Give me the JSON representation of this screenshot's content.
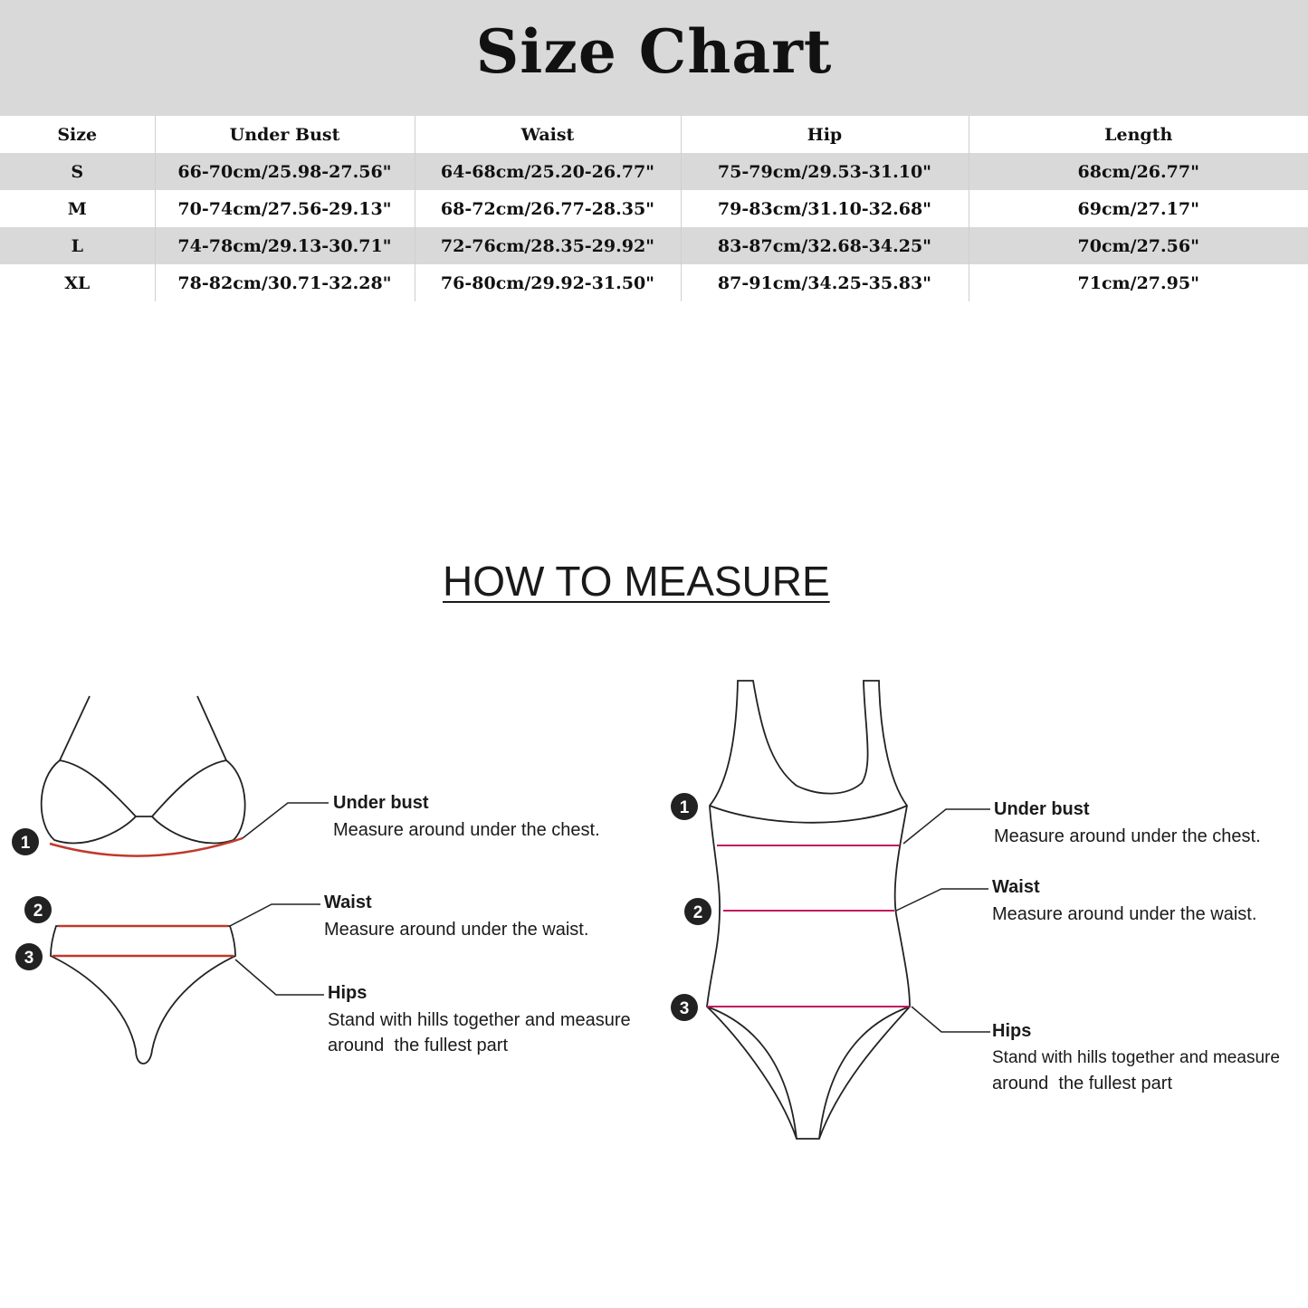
{
  "title": "Size Chart",
  "table": {
    "headers": [
      "Size",
      "Under Bust",
      "Waist",
      "Hip",
      "Length"
    ],
    "rows": [
      [
        "S",
        "66-70cm/25.98-27.56\"",
        "64-68cm/25.20-26.77\"",
        "75-79cm/29.53-31.10\"",
        "68cm/26.77\""
      ],
      [
        "M",
        "70-74cm/27.56-29.13\"",
        "68-72cm/26.77-28.35\"",
        "79-83cm/31.10-32.68\"",
        "69cm/27.17\""
      ],
      [
        "L",
        "74-78cm/29.13-30.71\"",
        "72-76cm/28.35-29.92\"",
        "83-87cm/32.68-34.25\"",
        "70cm/27.56\""
      ],
      [
        "XL",
        "78-82cm/30.71-32.28\"",
        "76-80cm/29.92-31.50\"",
        "87-91cm/34.25-35.83\"",
        "71cm/27.95\""
      ]
    ]
  },
  "how_to_measure": {
    "title": "HOW TO MEASURE",
    "bikini": {
      "under_bust": {
        "number": "1",
        "label": "Under bust",
        "desc": "Measure around under the chest."
      },
      "waist": {
        "number": "2",
        "label": "Waist",
        "desc": "Measure around under the waist."
      },
      "hips": {
        "number": "3",
        "label": "Hips",
        "desc_line1": "Stand with hills together and measure",
        "desc_line2": "around  the fullest part"
      }
    },
    "one_piece": {
      "under_bust": {
        "number": "1",
        "label": "Under bust",
        "desc": "Measure around under the chest."
      },
      "waist": {
        "number": "2",
        "label": "Waist",
        "desc": "Measure around under the waist."
      },
      "hips": {
        "number": "3",
        "label": "Hips",
        "desc_line1": "Stand with hills together and measure",
        "desc_line2": "around  the fullest part"
      }
    }
  },
  "colors": {
    "title_band": "#d9d9d9",
    "row_shade": "#d9d9d9",
    "measure_line_red": "#c0392b",
    "measure_line_pink": "#c2185b",
    "outline": "#222222"
  }
}
